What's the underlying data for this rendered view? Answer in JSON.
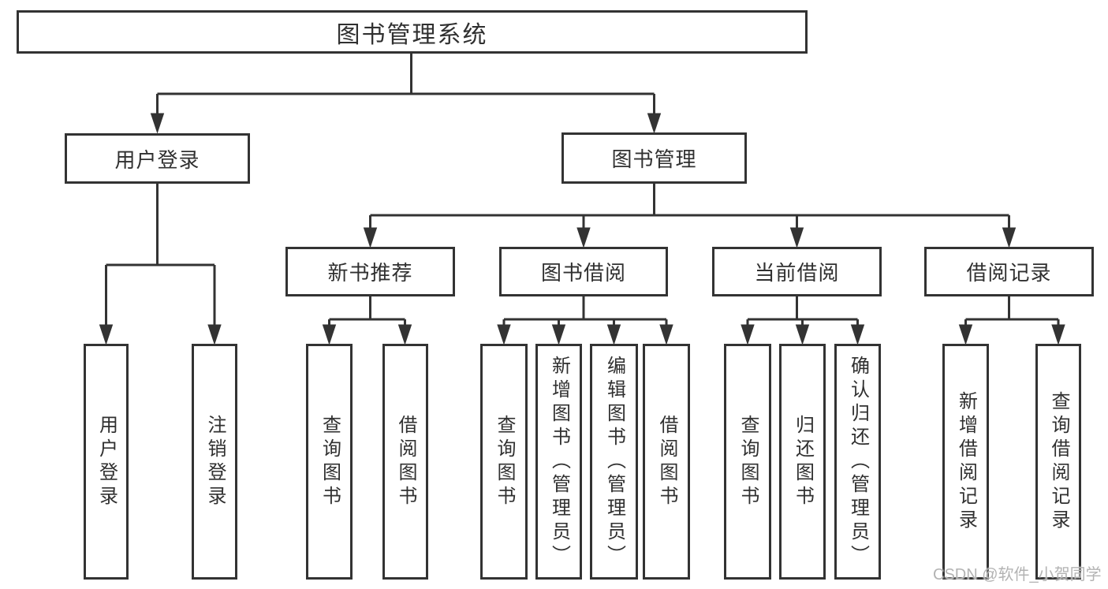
{
  "diagram": {
    "root": {
      "label": "图书管理系统"
    },
    "level2": [
      {
        "label": "用户登录"
      },
      {
        "label": "图书管理"
      }
    ],
    "level3": [
      {
        "label": "新书推荐"
      },
      {
        "label": "图书借阅"
      },
      {
        "label": "当前借阅"
      },
      {
        "label": "借阅记录"
      }
    ],
    "leaves": [
      {
        "label": "用户登录"
      },
      {
        "label": "注销登录"
      },
      {
        "label": "查询图书"
      },
      {
        "label": "借阅图书"
      },
      {
        "label": "查询图书"
      },
      {
        "label": "新增图书（管理员）"
      },
      {
        "label": "编辑图书（管理员）"
      },
      {
        "label": "借阅图书"
      },
      {
        "label": "查询图书"
      },
      {
        "label": "归还图书"
      },
      {
        "label": "确认归还（管理员）"
      },
      {
        "label": "新增借阅记录"
      },
      {
        "label": "查询借阅记录"
      }
    ]
  },
  "watermark": {
    "text": "CSDN @软件_小贺同学"
  },
  "colors": {
    "line": "#333333",
    "border": "#333333",
    "text": "#303030",
    "background": "#ffffff",
    "watermark": "#b3b3b3"
  }
}
